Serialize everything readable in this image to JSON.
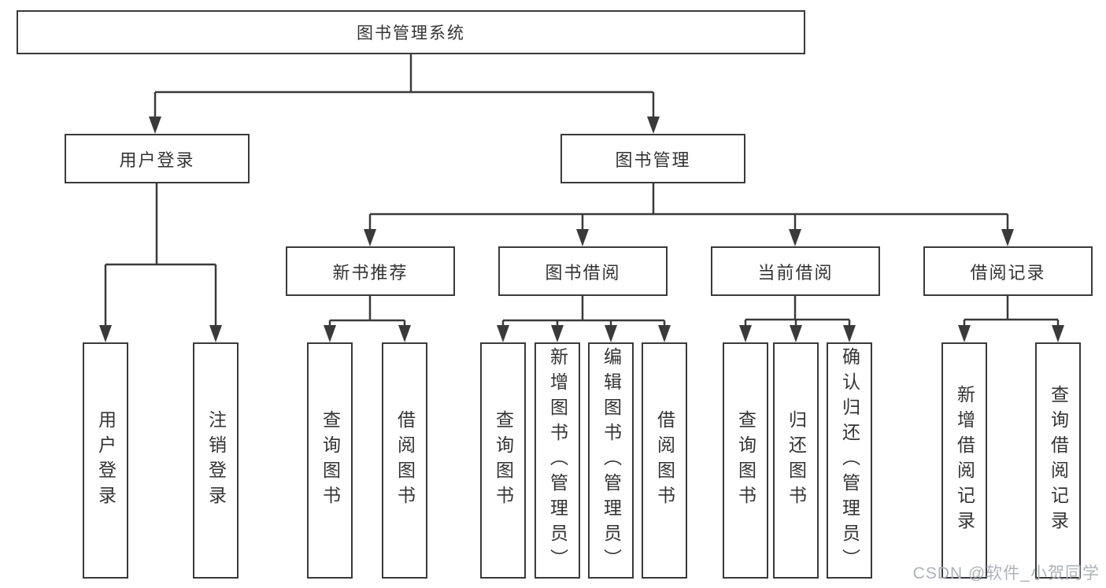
{
  "diagram": {
    "title": "图书管理系统",
    "root": {
      "label": "图书管理系统"
    },
    "branches": [
      {
        "label": "用户登录",
        "children": [
          {
            "label": "用户登录"
          },
          {
            "label": "注销登录"
          }
        ]
      },
      {
        "label": "图书管理",
        "children": [
          {
            "label": "新书推荐",
            "children": [
              {
                "label": "查询图书"
              },
              {
                "label": "借阅图书"
              }
            ]
          },
          {
            "label": "图书借阅",
            "children": [
              {
                "label": "查询图书"
              },
              {
                "label": "新增图书（管理员）"
              },
              {
                "label": "编辑图书（管理员）"
              },
              {
                "label": "借阅图书"
              }
            ]
          },
          {
            "label": "当前借阅",
            "children": [
              {
                "label": "查询图书"
              },
              {
                "label": "归还图书"
              },
              {
                "label": "确认归还（管理员）"
              }
            ]
          },
          {
            "label": "借阅记录",
            "children": [
              {
                "label": "新增借阅记录"
              },
              {
                "label": "查询借阅记录"
              }
            ]
          }
        ]
      }
    ]
  },
  "watermark": {
    "text": "CSDN @软件_小贺同学"
  },
  "colors": {
    "line": "#3a3a3a",
    "text": "#333333",
    "box_bg": "#ffffff",
    "watermark": "#aeb2b8"
  }
}
